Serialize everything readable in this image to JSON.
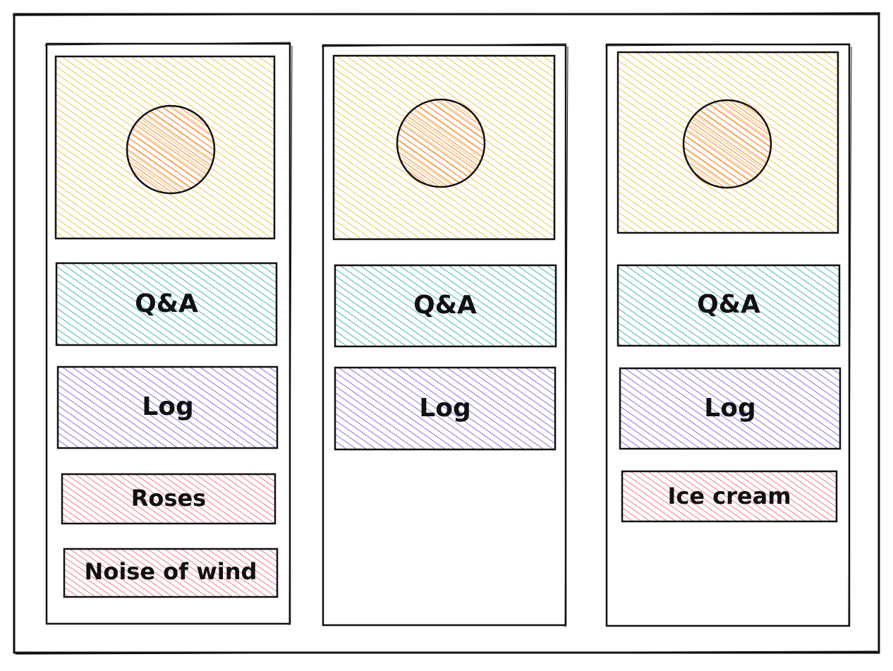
{
  "colors": {
    "outline": "#111111",
    "image_fill": "#f2b21e",
    "circle_fill": "#f26522",
    "qa_fill": "#1aa3a8",
    "log_fill": "#7446e0",
    "tag_fill": "#ef4c5b"
  },
  "columns": [
    {
      "qa_label": "Q&A",
      "log_label": "Log",
      "tags": [
        "Roses",
        "Noise of wind"
      ]
    },
    {
      "qa_label": "Q&A",
      "log_label": "Log",
      "tags": []
    },
    {
      "qa_label": "Q&A",
      "log_label": "Log",
      "tags": [
        "Ice cream"
      ]
    }
  ]
}
